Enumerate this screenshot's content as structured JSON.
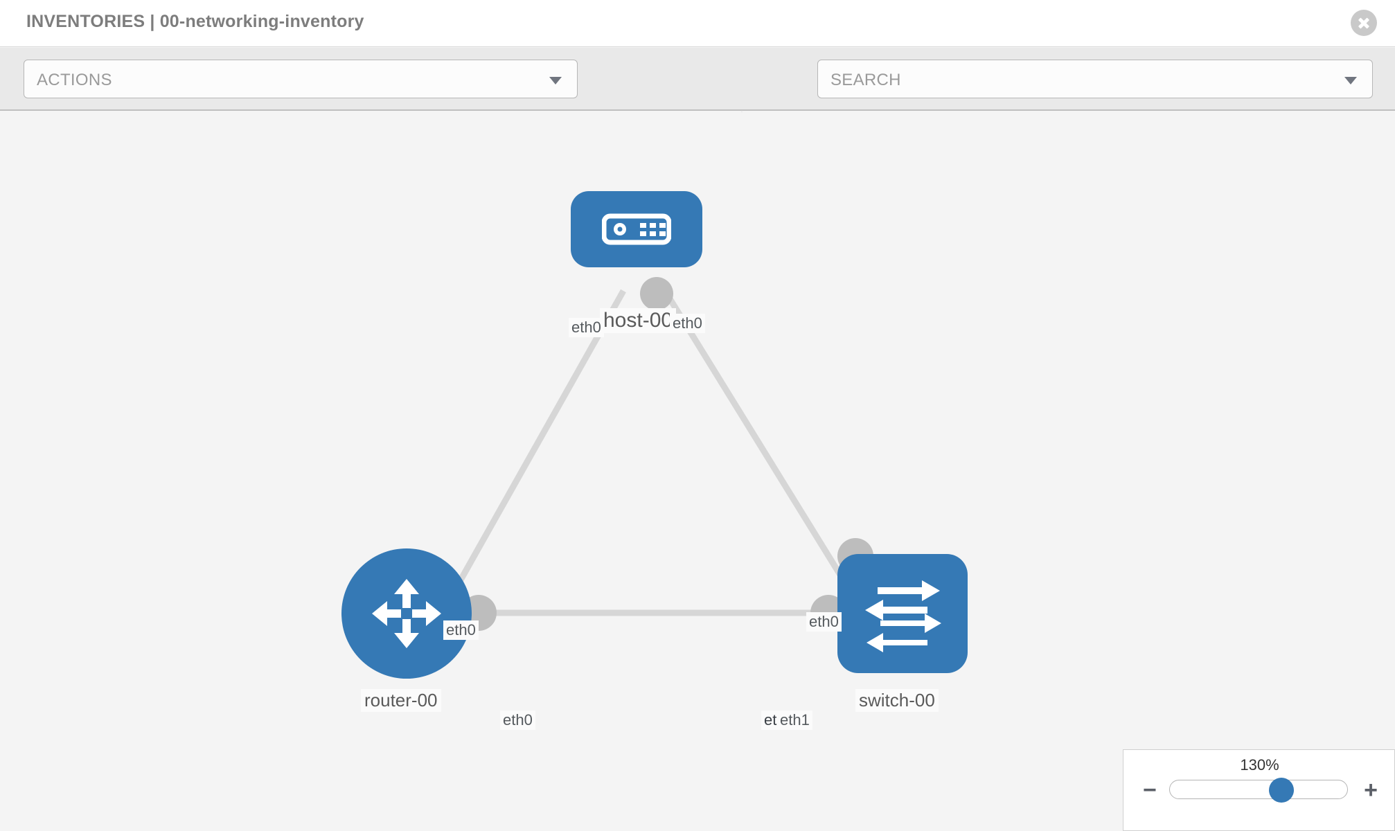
{
  "header": {
    "title": "INVENTORIES | 00-networking-inventory",
    "close_icon": "close-circle-icon"
  },
  "toolbar": {
    "actions_label": "ACTIONS",
    "actions_caret_icon": "chevron-down-icon",
    "wrench_icon": "wrench-icon",
    "key_icon": "key-icon",
    "search_placeholder": "SEARCH",
    "search_value": "",
    "search_caret_icon": "chevron-down-icon"
  },
  "topology": {
    "nodes": [
      {
        "id": "host-00",
        "label": "host-00",
        "type": "host",
        "icon": "server-icon",
        "shape": "rounded-rect"
      },
      {
        "id": "router-00",
        "label": "router-00",
        "type": "router",
        "icon": "router-arrows-icon",
        "shape": "circle"
      },
      {
        "id": "switch-00",
        "label": "switch-00",
        "type": "switch",
        "icon": "switch-arrows-icon",
        "shape": "rounded-square"
      }
    ],
    "edge_labels": {
      "host_left": "eth0",
      "host_right": "eth0",
      "router_up": "eth0",
      "switch_up": "eth0",
      "router_right": "eth0",
      "switch_left_back": "eth0",
      "switch_left_front": "eth1"
    },
    "colors": {
      "node_blue": "#3579b5",
      "edge_gray": "#d3d3d3",
      "connector_gray": "#bdbdbd",
      "canvas_bg": "#f4f4f4"
    }
  },
  "zoom_control": {
    "percent_label": "130%",
    "minus_label": "−",
    "plus_label": "+",
    "value": 130,
    "thumb_position_pct": 56
  }
}
